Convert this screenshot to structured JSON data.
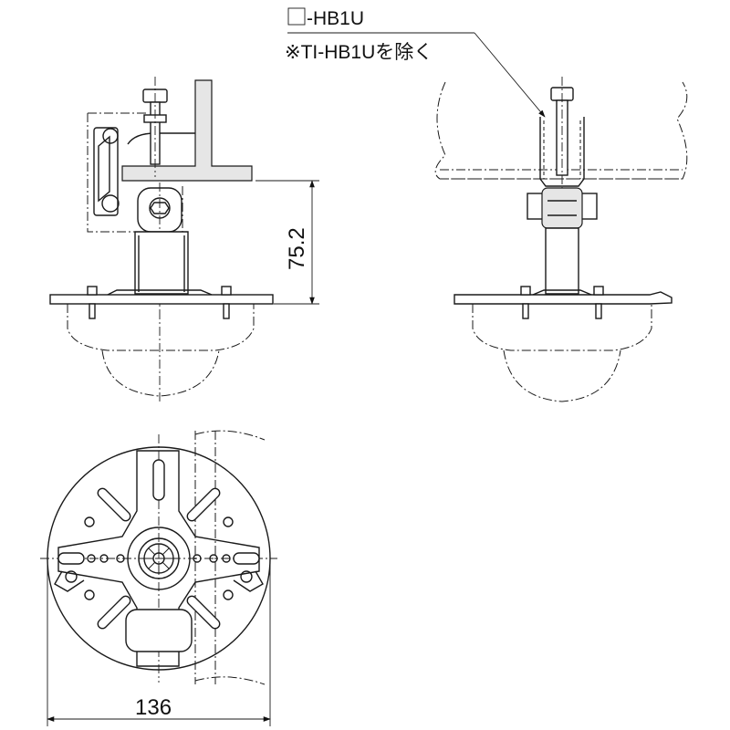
{
  "callout": {
    "model": "-HB1U",
    "exception": "※TI-HB1Uを除く"
  },
  "dimensions": {
    "height": "75.2",
    "width": "136"
  }
}
